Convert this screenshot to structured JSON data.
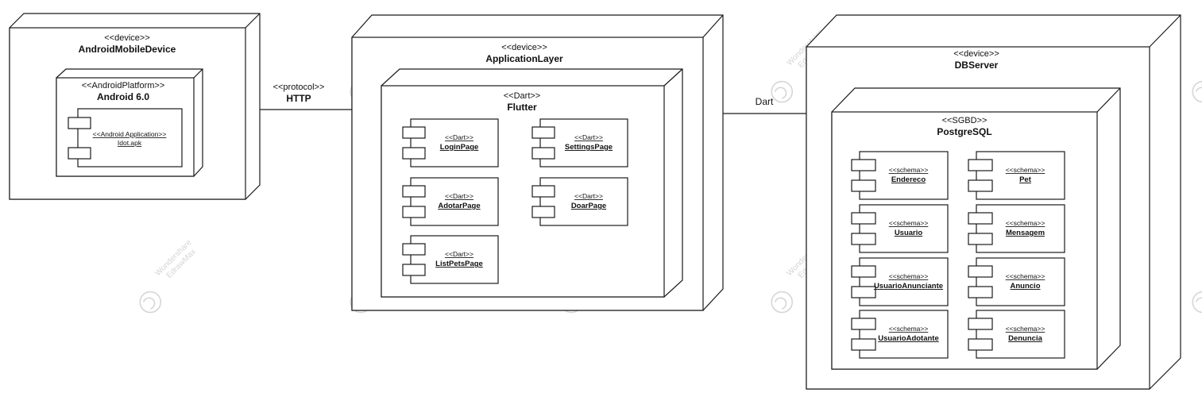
{
  "watermark": {
    "line1": "Wondershare",
    "line2": "EdrawMax"
  },
  "nodes": {
    "android_device": {
      "stereotype": "<<device>>",
      "name": "AndroidMobileDevice"
    },
    "android_platform": {
      "stereotype": "<<AndroidPlatform>>",
      "name": "Android 6.0"
    },
    "android_app": {
      "stereotype": "<<Android Application>>",
      "name": "Idot.apk"
    },
    "app_layer": {
      "stereotype": "<<device>>",
      "name": "ApplicationLayer"
    },
    "flutter": {
      "stereotype": "<<Dart>>",
      "name": "Flutter"
    },
    "db_server": {
      "stereotype": "<<device>>",
      "name": "DBServer"
    },
    "postgres": {
      "stereotype": "<<SGBD>>",
      "name": "PostgreSQL"
    }
  },
  "connections": {
    "http": {
      "stereotype": "<<protocol>>",
      "label": "HTTP"
    },
    "dart": {
      "label": "Dart"
    }
  },
  "dart_components": [
    {
      "stereotype": "<<Dart>>",
      "name": "LoginPage"
    },
    {
      "stereotype": "<<Dart>>",
      "name": "SettingsPage"
    },
    {
      "stereotype": "<<Dart>>",
      "name": "AdotarPage"
    },
    {
      "stereotype": "<<Dart>>",
      "name": "DoarPage"
    },
    {
      "stereotype": "<<Dart>>",
      "name": "ListPetsPage"
    }
  ],
  "schema_components": [
    {
      "stereotype": "<<schema>>",
      "name": "Endereco"
    },
    {
      "stereotype": "<<schema>>",
      "name": "Pet"
    },
    {
      "stereotype": "<<schema>>",
      "name": "Usuario"
    },
    {
      "stereotype": "<<schema>>",
      "name": "Mensagem"
    },
    {
      "stereotype": "<<schema>>",
      "name": "UsuarioAnunciante"
    },
    {
      "stereotype": "<<schema>>",
      "name": "Anuncio"
    },
    {
      "stereotype": "<<schema>>",
      "name": "UsuarioAdotante"
    },
    {
      "stereotype": "<<schema>>",
      "name": "Denuncia"
    }
  ]
}
